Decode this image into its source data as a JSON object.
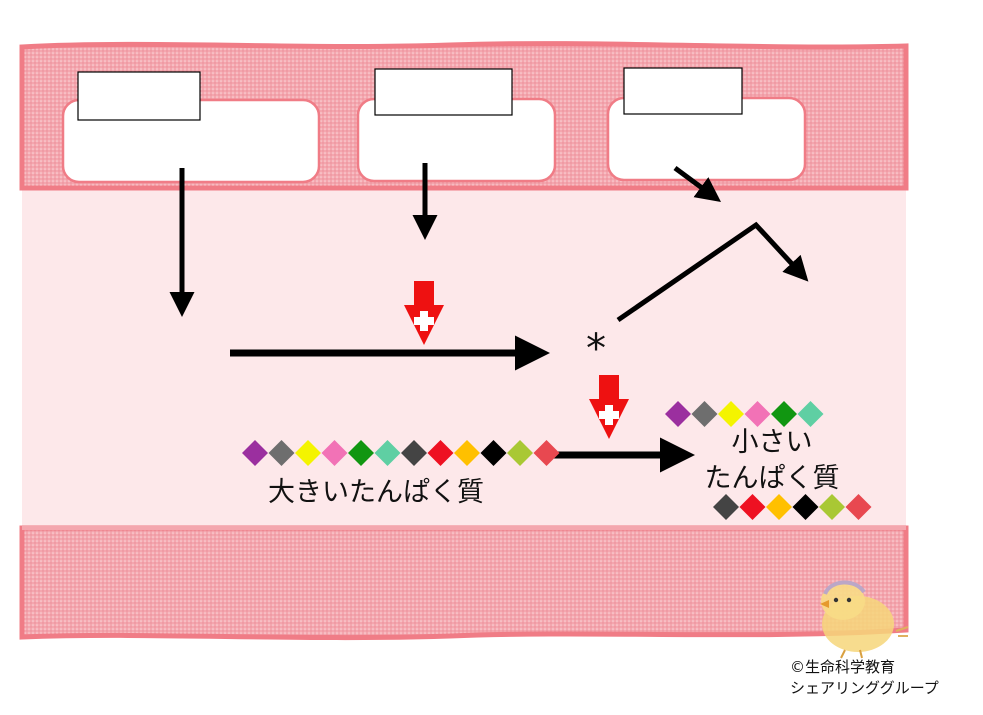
{
  "labels": {
    "big_protein": "大きいたんぱく質",
    "small_protein_line1": "小さい",
    "small_protein_line2": "たんぱく質",
    "asterisk": "*"
  },
  "credit": {
    "line1": "©生命科学教育",
    "line2": "シェアリンググループ"
  },
  "blank_boxes": [
    "",
    "",
    ""
  ],
  "colors": {
    "membrane": "#f4a6ae",
    "membrane_edge": "#f07c86",
    "cytoplasm": "#fde8ea",
    "activation_arrow": "#ee1111",
    "arrow": "#000000",
    "bead_palette": [
      "#9b2f9f",
      "#6e6e6e",
      "#f4f400",
      "#f272b6",
      "#119611",
      "#5fcfa3",
      "#444444",
      "#ee1122",
      "#ffc000",
      "#000000",
      "#a9c834",
      "#e84850"
    ]
  },
  "bead_chains": {
    "big_protein": [
      "#9b2f9f",
      "#6e6e6e",
      "#f4f400",
      "#f272b6",
      "#119611",
      "#5fcfa3",
      "#444444",
      "#ee1122",
      "#ffc000",
      "#000000",
      "#a9c834",
      "#e84850"
    ],
    "small_protein_top": [
      "#9b2f9f",
      "#6e6e6e",
      "#f4f400",
      "#f272b6",
      "#119611",
      "#5fcfa3"
    ],
    "small_protein_bottom": [
      "#444444",
      "#ee1122",
      "#ffc000",
      "#000000",
      "#a9c834",
      "#e84850"
    ]
  },
  "icons": {
    "activation": "plus-icon",
    "mascot": "chick-icon"
  }
}
